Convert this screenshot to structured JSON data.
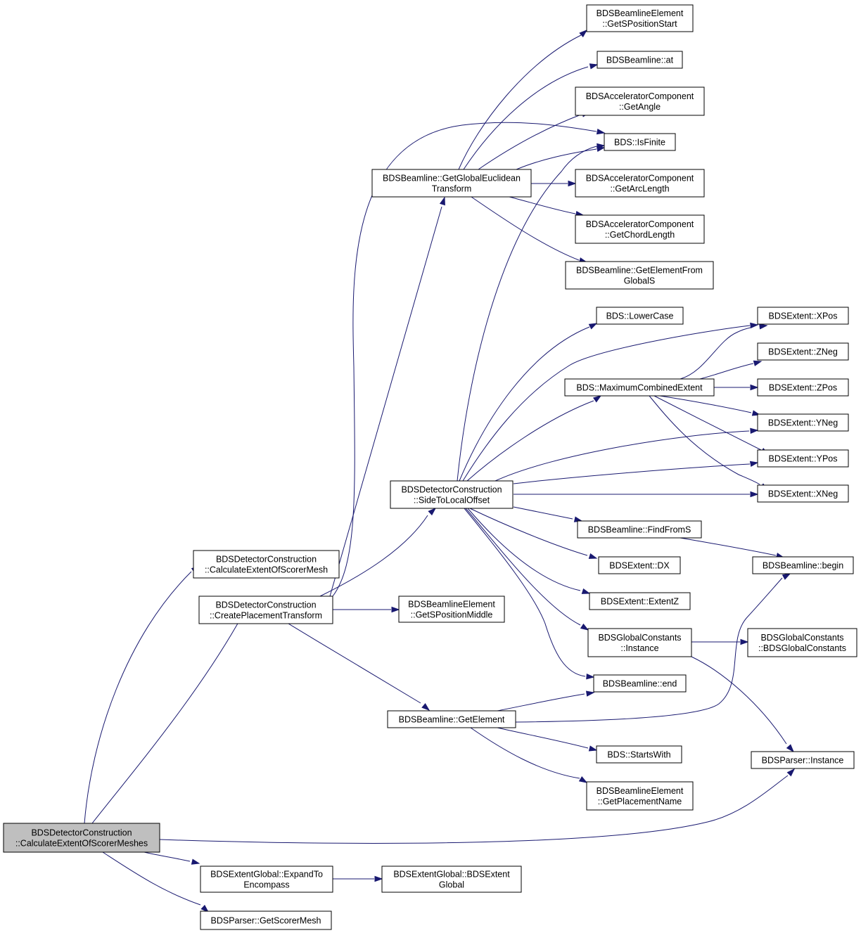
{
  "colors": {
    "edge": "#191970",
    "root_fill": "#bfbfbf",
    "node_fill": "#ffffff",
    "node_border": "#000000"
  },
  "nodes": [
    {
      "id": "root",
      "lines": [
        "BDSDetectorConstruction",
        "::CalculateExtentOfScorerMeshes"
      ],
      "selected": true
    },
    {
      "id": "calcMesh",
      "lines": [
        "BDSDetectorConstruction",
        "::CalculateExtentOfScorerMesh"
      ]
    },
    {
      "id": "createPT",
      "lines": [
        "BDSDetectorConstruction",
        "::CreatePlacementTransform"
      ]
    },
    {
      "id": "expand",
      "lines": [
        "BDSExtentGlobal::ExpandTo",
        "Encompass"
      ]
    },
    {
      "id": "getScorer",
      "lines": [
        "BDSParser::GetScorerMesh"
      ]
    },
    {
      "id": "extentGlobal",
      "lines": [
        "BDSExtentGlobal::BDSExtent",
        "Global"
      ]
    },
    {
      "id": "getGlobal",
      "lines": [
        "BDSBeamline::GetGlobalEuclidean",
        "Transform"
      ]
    },
    {
      "id": "sideToLocal",
      "lines": [
        "BDSDetectorConstruction",
        "::SideToLocalOffset"
      ]
    },
    {
      "id": "getSPosMid",
      "lines": [
        "BDSBeamlineElement",
        "::GetSPositionMiddle"
      ]
    },
    {
      "id": "getElement",
      "lines": [
        "BDSBeamline::GetElement"
      ]
    },
    {
      "id": "getSPosStart",
      "lines": [
        "BDSBeamlineElement",
        "::GetSPositionStart"
      ]
    },
    {
      "id": "at",
      "lines": [
        "BDSBeamline::at"
      ]
    },
    {
      "id": "getAngle",
      "lines": [
        "BDSAcceleratorComponent",
        "::GetAngle"
      ]
    },
    {
      "id": "isFinite",
      "lines": [
        "BDS::IsFinite"
      ]
    },
    {
      "id": "getArc",
      "lines": [
        "BDSAcceleratorComponent",
        "::GetArcLength"
      ]
    },
    {
      "id": "getChord",
      "lines": [
        "BDSAcceleratorComponent",
        "::GetChordLength"
      ]
    },
    {
      "id": "getElemFromS",
      "lines": [
        "BDSBeamline::GetElementFrom",
        "GlobalS"
      ]
    },
    {
      "id": "lowerCase",
      "lines": [
        "BDS::LowerCase"
      ]
    },
    {
      "id": "maxComb",
      "lines": [
        "BDS::MaximumCombinedExtent"
      ]
    },
    {
      "id": "findFromS",
      "lines": [
        "BDSBeamline::FindFromS"
      ]
    },
    {
      "id": "dx",
      "lines": [
        "BDSExtent::DX"
      ]
    },
    {
      "id": "extentZ",
      "lines": [
        "BDSExtent::ExtentZ"
      ]
    },
    {
      "id": "gcInstance",
      "lines": [
        "BDSGlobalConstants",
        "::Instance"
      ]
    },
    {
      "id": "end",
      "lines": [
        "BDSBeamline::end"
      ]
    },
    {
      "id": "startsWith",
      "lines": [
        "BDS::StartsWith"
      ]
    },
    {
      "id": "getPlacementName",
      "lines": [
        "BDSBeamlineElement",
        "::GetPlacementName"
      ]
    },
    {
      "id": "xpos",
      "lines": [
        "BDSExtent::XPos"
      ]
    },
    {
      "id": "zneg",
      "lines": [
        "BDSExtent::ZNeg"
      ]
    },
    {
      "id": "zpos",
      "lines": [
        "BDSExtent::ZPos"
      ]
    },
    {
      "id": "yneg",
      "lines": [
        "BDSExtent::YNeg"
      ]
    },
    {
      "id": "ypos",
      "lines": [
        "BDSExtent::YPos"
      ]
    },
    {
      "id": "xneg",
      "lines": [
        "BDSExtent::XNeg"
      ]
    },
    {
      "id": "begin",
      "lines": [
        "BDSBeamline::begin"
      ]
    },
    {
      "id": "gcCtor",
      "lines": [
        "BDSGlobalConstants",
        "::BDSGlobalConstants"
      ]
    },
    {
      "id": "parserInstance",
      "lines": [
        "BDSParser::Instance"
      ]
    }
  ],
  "edges": [
    [
      "root",
      "calcMesh"
    ],
    [
      "root",
      "createPT"
    ],
    [
      "root",
      "parserInstance"
    ],
    [
      "root",
      "expand"
    ],
    [
      "root",
      "getScorer"
    ],
    [
      "expand",
      "extentGlobal"
    ],
    [
      "createPT",
      "getGlobal"
    ],
    [
      "createPT",
      "isFinite"
    ],
    [
      "createPT",
      "sideToLocal"
    ],
    [
      "createPT",
      "getSPosMid"
    ],
    [
      "createPT",
      "getElement"
    ],
    [
      "getGlobal",
      "getSPosStart"
    ],
    [
      "getGlobal",
      "at"
    ],
    [
      "getGlobal",
      "getAngle"
    ],
    [
      "getGlobal",
      "isFinite"
    ],
    [
      "getGlobal",
      "getArc"
    ],
    [
      "getGlobal",
      "getChord"
    ],
    [
      "getGlobal",
      "getElemFromS"
    ],
    [
      "sideToLocal",
      "isFinite"
    ],
    [
      "sideToLocal",
      "lowerCase"
    ],
    [
      "sideToLocal",
      "xpos"
    ],
    [
      "sideToLocal",
      "maxComb"
    ],
    [
      "sideToLocal",
      "yneg"
    ],
    [
      "sideToLocal",
      "ypos"
    ],
    [
      "sideToLocal",
      "xneg"
    ],
    [
      "sideToLocal",
      "findFromS"
    ],
    [
      "sideToLocal",
      "dx"
    ],
    [
      "sideToLocal",
      "extentZ"
    ],
    [
      "sideToLocal",
      "gcInstance"
    ],
    [
      "sideToLocal",
      "end"
    ],
    [
      "maxComb",
      "xpos"
    ],
    [
      "maxComb",
      "zneg"
    ],
    [
      "maxComb",
      "zpos"
    ],
    [
      "maxComb",
      "yneg"
    ],
    [
      "maxComb",
      "ypos"
    ],
    [
      "maxComb",
      "xneg"
    ],
    [
      "findFromS",
      "begin"
    ],
    [
      "gcInstance",
      "gcCtor"
    ],
    [
      "gcInstance",
      "parserInstance"
    ],
    [
      "getElement",
      "end"
    ],
    [
      "getElement",
      "begin"
    ],
    [
      "getElement",
      "startsWith"
    ],
    [
      "getElement",
      "getPlacementName"
    ]
  ]
}
